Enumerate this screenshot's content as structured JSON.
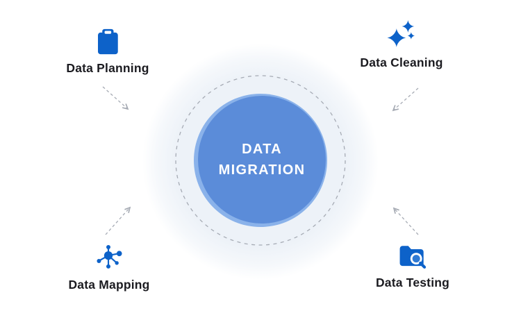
{
  "diagram": {
    "type": "hub-and-spoke-infographic",
    "center": {
      "label": "DATA MIGRATION",
      "fill_color": "#5b8cd9",
      "edge_color": "#8ab2ea",
      "text_color": "#ffffff"
    },
    "nodes": [
      {
        "id": "data-planning",
        "label": "Data Planning",
        "icon": "clipboard-icon",
        "position": "top-left"
      },
      {
        "id": "data-cleaning",
        "label": "Data Cleaning",
        "icon": "sparkles-icon",
        "position": "top-right"
      },
      {
        "id": "data-mapping",
        "label": "Data Mapping",
        "icon": "network-nodes-icon",
        "position": "bottom-left"
      },
      {
        "id": "data-testing",
        "label": "Data Testing",
        "icon": "folder-search-icon",
        "position": "bottom-right"
      }
    ],
    "colors": {
      "icon_blue": "#0d62c9",
      "label_text": "#1b1b20",
      "arrow_gray": "#a6abb4",
      "halo_fill": "#edf2f8",
      "background": "#ffffff"
    },
    "connectors": {
      "style": "dashed-arrows-pointing-inward",
      "count": 4,
      "dashed_ring": true
    }
  }
}
